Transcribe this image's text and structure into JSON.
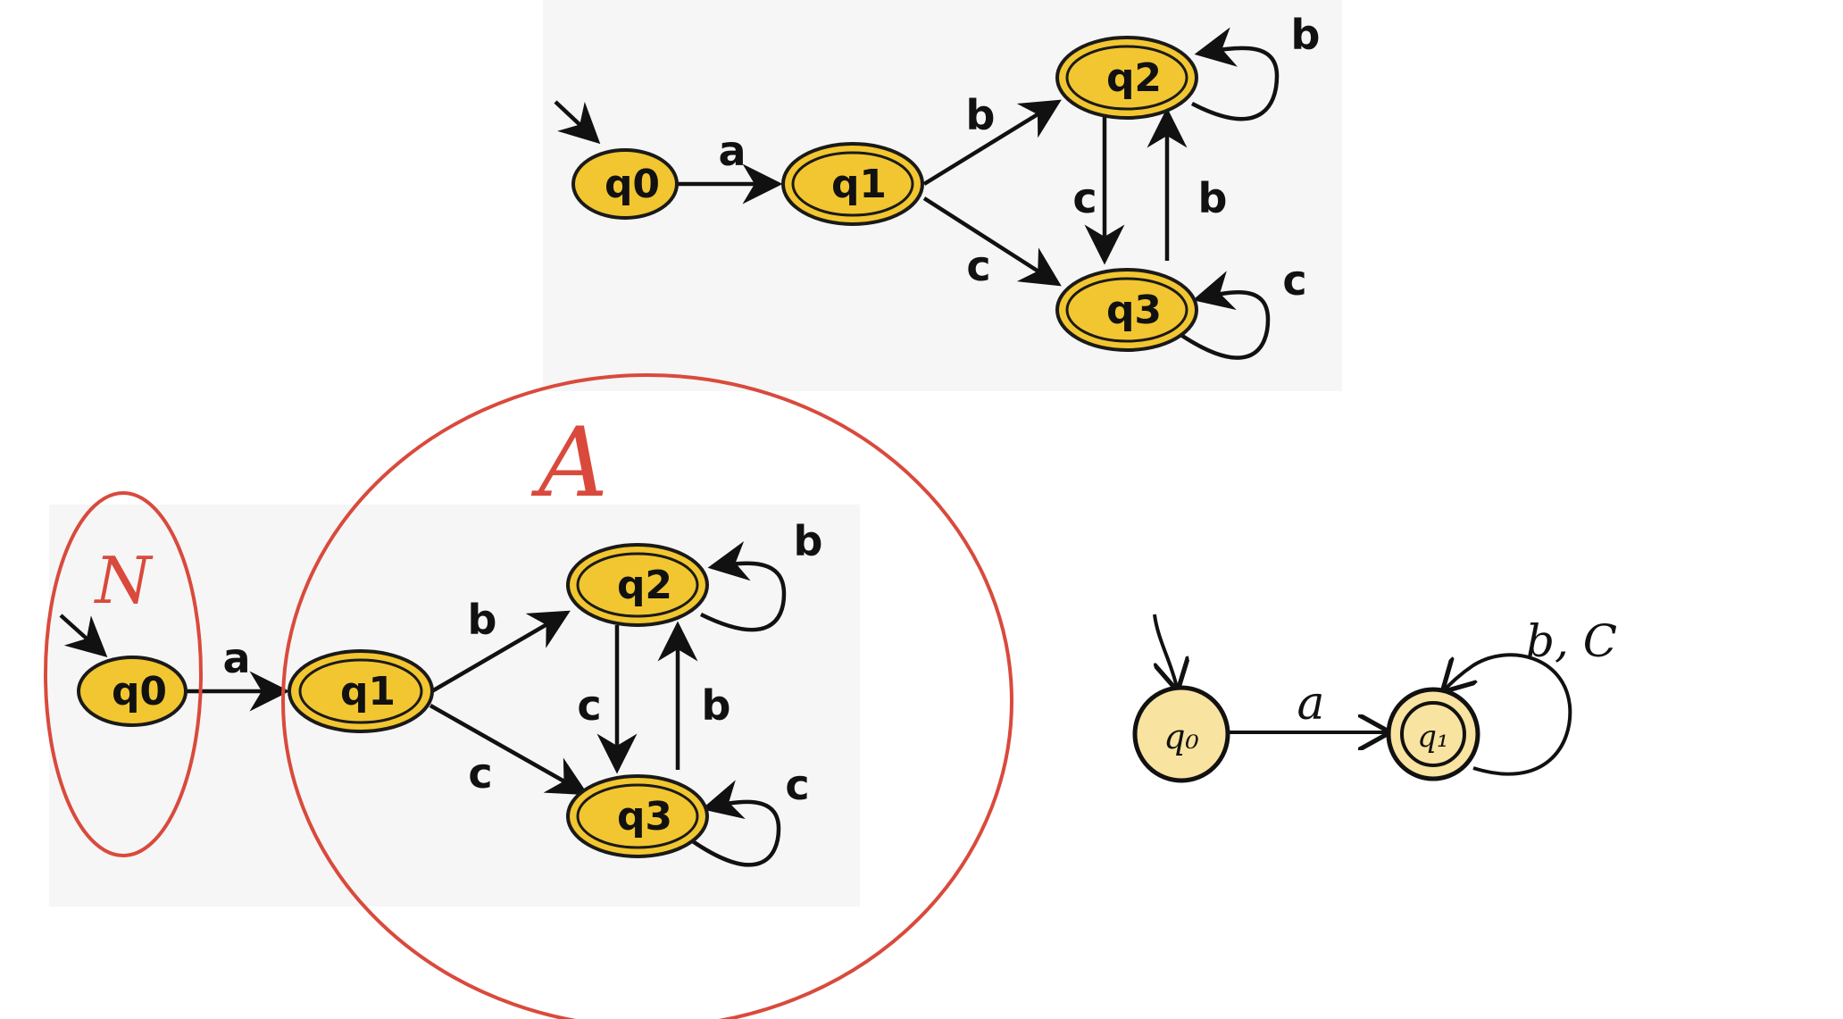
{
  "diagram_top": {
    "states": [
      "q0",
      "q1",
      "q2",
      "q3"
    ],
    "edge_labels": {
      "q0_q1": "a",
      "q1_q2": "b",
      "q1_q3": "c",
      "q2_q3": "c",
      "q3_q2": "b",
      "q2_loop": "b",
      "q3_loop": "c"
    }
  },
  "diagram_left": {
    "states": [
      "q0",
      "q1",
      "q2",
      "q3"
    ],
    "edge_labels": {
      "q0_q1": "a",
      "q1_q2": "b",
      "q1_q3": "c",
      "q2_q3": "c",
      "q3_q2": "b",
      "q2_loop": "b",
      "q3_loop": "c"
    },
    "annotations": {
      "group_n": "N",
      "group_a": "A"
    }
  },
  "diagram_right": {
    "states": [
      "q0",
      "q1"
    ],
    "state_display": [
      "q₀",
      "q₁"
    ],
    "edge_labels": {
      "q0_q1": "a",
      "q1_loop": "b, C"
    }
  },
  "colors": {
    "state_fill": "#f2c630",
    "annotation": "#d94a3c",
    "hand_state_fill": "#f8e3a0"
  }
}
